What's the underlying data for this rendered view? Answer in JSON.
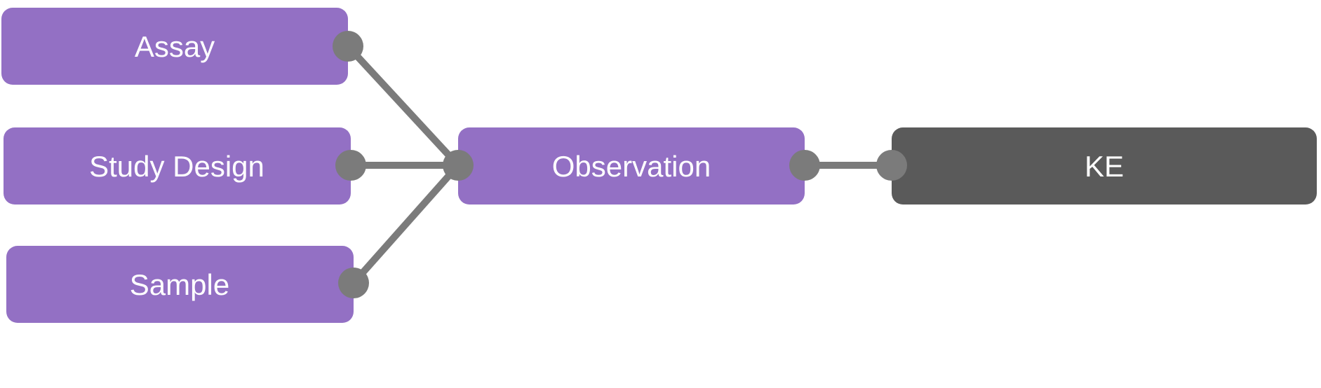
{
  "nodes": {
    "assay": {
      "label": "Assay"
    },
    "study_design": {
      "label": "Study Design"
    },
    "sample": {
      "label": "Sample"
    },
    "observation": {
      "label": "Observation"
    },
    "ke": {
      "label": "KE"
    }
  },
  "edges": [
    {
      "from": "Assay",
      "to": "Observation"
    },
    {
      "from": "Study Design",
      "to": "Observation"
    },
    {
      "from": "Sample",
      "to": "Observation"
    },
    {
      "from": "Observation",
      "to": "KE"
    }
  ],
  "colors": {
    "node_fill": "#9370c4",
    "ke_fill": "#5a5a5a",
    "edge": "#7b7b7b",
    "port": "#7b7b7b"
  }
}
